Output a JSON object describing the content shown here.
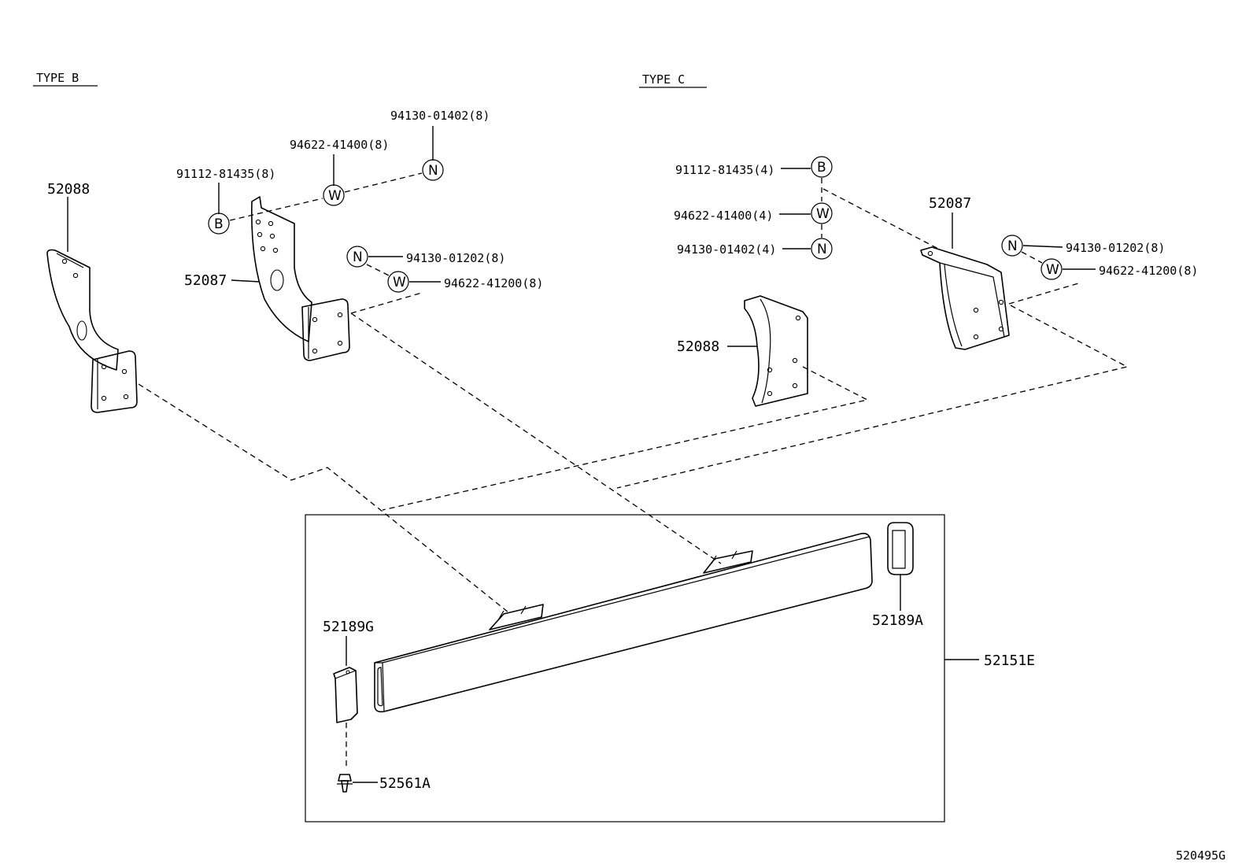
{
  "sections": {
    "type_b": "TYPE B",
    "type_c": "TYPE C"
  },
  "type_b": {
    "nut_top": "94130-01402(8)",
    "washer_top": "94622-41400(8)",
    "bolt": "91112-81435(8)",
    "nut_lower": "94130-01202(8)",
    "washer_lower": "94622-41200(8)",
    "bracket_left": "52088",
    "bracket_right": "52087"
  },
  "type_c": {
    "bolt": "91112-81435(4)",
    "washer": "94622-41400(4)",
    "nut": "94130-01402(4)",
    "nut_side": "94130-01202(8)",
    "washer_side": "94622-41200(8)",
    "bracket_right": "52087",
    "bracket_left": "52088"
  },
  "assembly": {
    "step": "52151E",
    "end_cap_right": "52189A",
    "end_cap_left": "52189G",
    "clip": "52561A"
  },
  "symbols": {
    "nut": "N",
    "washer": "W",
    "bolt": "B"
  },
  "diagram_code": "520495G"
}
